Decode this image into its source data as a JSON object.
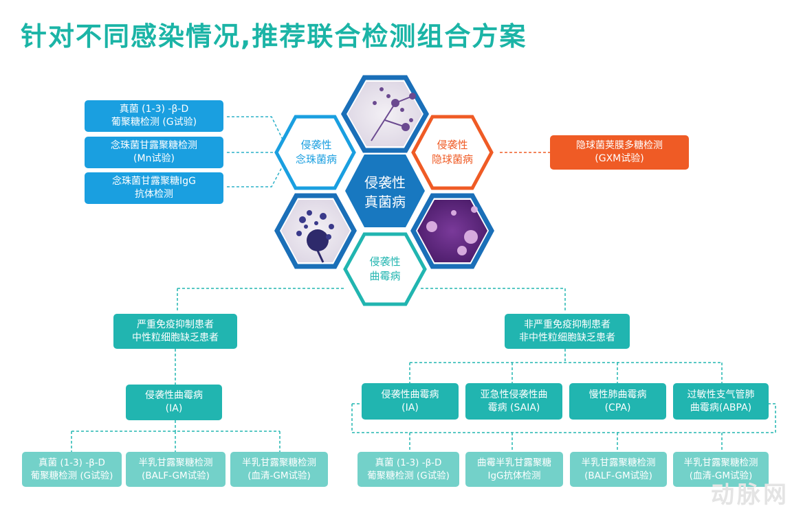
{
  "title": "针对不同感染情况,推荐联合检测组合方案",
  "colors": {
    "title": "#1bb4a6",
    "blue": "#1a9fe0",
    "orange": "#ef5b25",
    "teal": "#21b5b0",
    "light_teal": "#73d1c9",
    "dark_blue": "#1878c0"
  },
  "hexagons": {
    "center": "侵袭性\n真菌病",
    "candida": "侵袭性\n念珠菌病",
    "crypto": "侵袭性\n隐球菌病",
    "aspergillus": "侵袭性\n曲霉病"
  },
  "left_tests": [
    "真菌 (1-3) -β-D\n葡聚糖检测 (G试验)",
    "念珠菌甘露聚糖检测\n(Mn试验)",
    "念珠菌甘露聚糖IgG\n抗体检测"
  ],
  "right_test": "隐球菌荚膜多糖检测\n(GXM试验)",
  "groups": {
    "severe": "严重免疫抑制患者\n中性粒细胞缺乏患者",
    "non_severe": "非严重免疫抑制患者\n非中性粒细胞缺乏患者"
  },
  "severe_branch": {
    "disease": "侵袭性曲霉病\n(IA)",
    "tests": [
      "真菌 (1-3) -β-D\n葡聚糖检测 (G试验)",
      "半乳甘露聚糖检测\n(BALF-GM试验)",
      "半乳甘露聚糖检测\n(血清-GM试验)"
    ]
  },
  "non_severe_branch": {
    "diseases": [
      "侵袭性曲霉病\n(IA)",
      "亚急性侵袭性曲\n霉病 (SAIA)",
      "慢性肺曲霉病\n(CPA)",
      "过敏性支气管肺\n曲霉病(ABPA)"
    ],
    "tests": [
      "真菌 (1-3) -β-D\n葡聚糖检测 (G试验)",
      "曲霉半乳甘露聚糖\nIgG抗体检测",
      "半乳甘露聚糖检测\n(BALF-GM试验)",
      "半乳甘露聚糖检测\n(血清-GM试验)"
    ]
  },
  "watermark": "动脉网"
}
